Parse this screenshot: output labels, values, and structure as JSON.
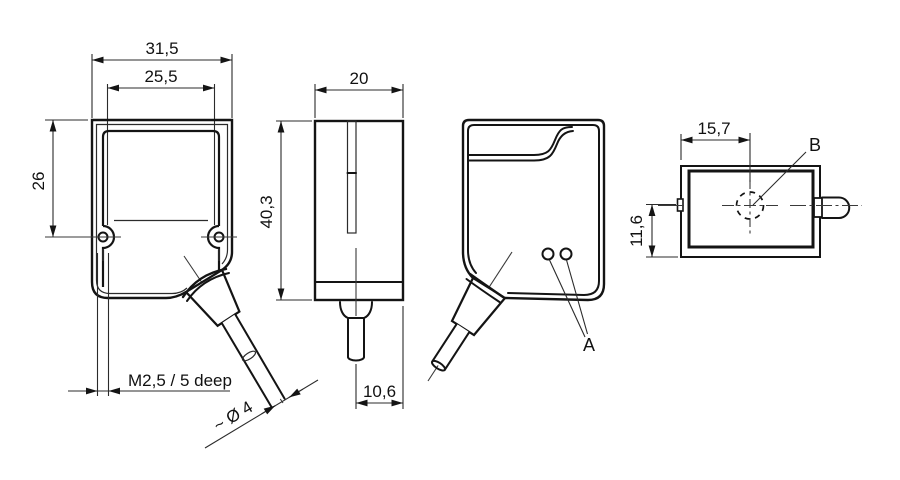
{
  "labels": {
    "front": {
      "overall_width": "31,5",
      "hole_spacing": "25,5",
      "edge_to_hole": "26",
      "thread_note": "M2,5 / 5 deep",
      "cable_dia": "~ Ø 4"
    },
    "side": {
      "depth": "20",
      "height": "40,3",
      "cable_offset": "10,6"
    },
    "face": {
      "led_ref": "A"
    },
    "top": {
      "axis_offset": "15,7",
      "axis_height": "11,6",
      "axis_ref": "B"
    }
  }
}
